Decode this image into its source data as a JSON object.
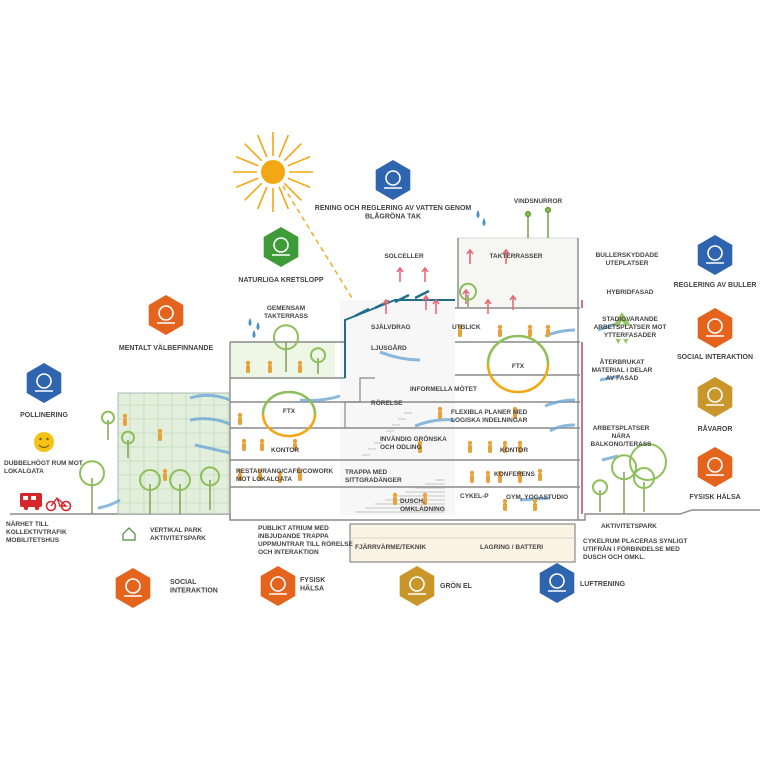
{
  "colors": {
    "blue": "#2f64ae",
    "orange": "#e4641e",
    "green": "#3f9a3a",
    "gold": "#c9962b",
    "red": "#d6282b",
    "sun": "#f3a712",
    "airflow": "#6fa8d6",
    "tree": "#8ebf5a",
    "glass": "#d8ead0",
    "people": "#e9a23b"
  },
  "badges": [
    {
      "id": "rening",
      "icon": "water-waves-icon",
      "color": "blue",
      "text": "RENING OCH REGLERING AV VATTEN GENOM BLÅGRÖNA TAK"
    },
    {
      "id": "naturliga",
      "icon": "recycle-cloud-icon",
      "color": "green",
      "text": "NATURLIGA KRETSLOPP"
    },
    {
      "id": "mentalt",
      "icon": "bench-people-icon",
      "color": "orange",
      "text": "MENTALT VÄLBEFINNANDE"
    },
    {
      "id": "pollinering",
      "icon": "flower-bee-icon",
      "color": "blue",
      "text": "POLLINERING"
    },
    {
      "id": "buller",
      "icon": "car-sound-icon",
      "color": "blue",
      "text": "REGLERING AV BULLER"
    },
    {
      "id": "social_right",
      "icon": "tree-bench-icon",
      "color": "orange",
      "text": "SOCIAL INTERAKTION"
    },
    {
      "id": "ravaror",
      "icon": "logs-icon",
      "color": "gold",
      "text": "RÅVAROR"
    },
    {
      "id": "fysisk_right",
      "icon": "runner-tree-icon",
      "color": "orange",
      "text": "FYSISK HÄLSA"
    },
    {
      "id": "social_bottom",
      "icon": "tree-bench-icon",
      "color": "orange",
      "text": "SOCIAL INTERAKTION"
    },
    {
      "id": "fysisk_bottom",
      "icon": "family-icon",
      "color": "orange",
      "text": "FYSISK HÄLSA"
    },
    {
      "id": "gron_el",
      "icon": "plug-leaf-icon",
      "color": "gold",
      "text": "GRÖN EL"
    },
    {
      "id": "luftrening",
      "icon": "car-tree-icon",
      "color": "blue",
      "text": "LUFTRENING"
    }
  ],
  "labels": {
    "dubbelhogt": "DUBBELHÖGT RUM MOT LOKALGATA",
    "narhet": "NÄRHET TILL KOLLEKTIVTRAFIK MOBILITETSHUS",
    "vertikal": "VERTIKAL PARK AKTIVITETSPARK",
    "publikt": "PUBLIKT ATRIUM MED INBJUDANDE TRAPPA UPPMUNTRAR TILL RÖRELSE OCH INTERAKTION",
    "gemensam": "GEMENSAM TAKTERRASS",
    "solceller": "SOLCELLER",
    "vindsnurror": "VINDSNURROR",
    "takterrasser": "TAKTERRASSER",
    "sjalvdrag": "SJÄLVDRAG",
    "ljusgard": "LJUSGÅRD",
    "utblick": "UTBLICK",
    "ftx_right": "FTX",
    "informella": "INFORMELLA MÖTET",
    "ftx_left": "FTX",
    "rorelse": "RÖRELSE",
    "flexibla": "FLEXIBLA PLANER MED LOGISKA INDELNINGAR",
    "invandig": "INVÄNDIG GRÖNSKA OCH ODLING",
    "kontor_left": "KONTOR",
    "kontor_right": "KONTOR",
    "restaurang": "RESTAURANG/CAFÉ/COWORK MOT LOKALGATA",
    "trappa": "TRAPPA MED SITTGRADÄNGER",
    "konferens": "KONFERENS",
    "dusch": "DUSCH, OMKLÄDNING",
    "cykel_p": "CYKEL-P",
    "gym": "GYM, YOGASTUDIO",
    "fjarrvarme": "FJÄRRVÄRME/TEKNIK",
    "lagring": "LAGRING / BATTERI",
    "bullerskyddade": "BULLERSKYDDADE UTEPLATSER",
    "hybridfasad": "HYBRIDFASAD",
    "stadigvarande": "STADIGVARANDE ARBETSPLATSER MOT YTTERFASADER",
    "aterbrukat": "ÅTERBRUKAT MATERIAL I DELAR AV FASAD",
    "arbetsplatser": "ARBETSPLATSER NÄRA BALKONG/TERASS",
    "aktivitetspark": "AKTIVITETSPARK",
    "cykelrum": "CYKELRUM PLACERAS SYNLIGT UTIFRÅN I FÖRBINDELSE MED DUSCH OCH OMKL."
  }
}
